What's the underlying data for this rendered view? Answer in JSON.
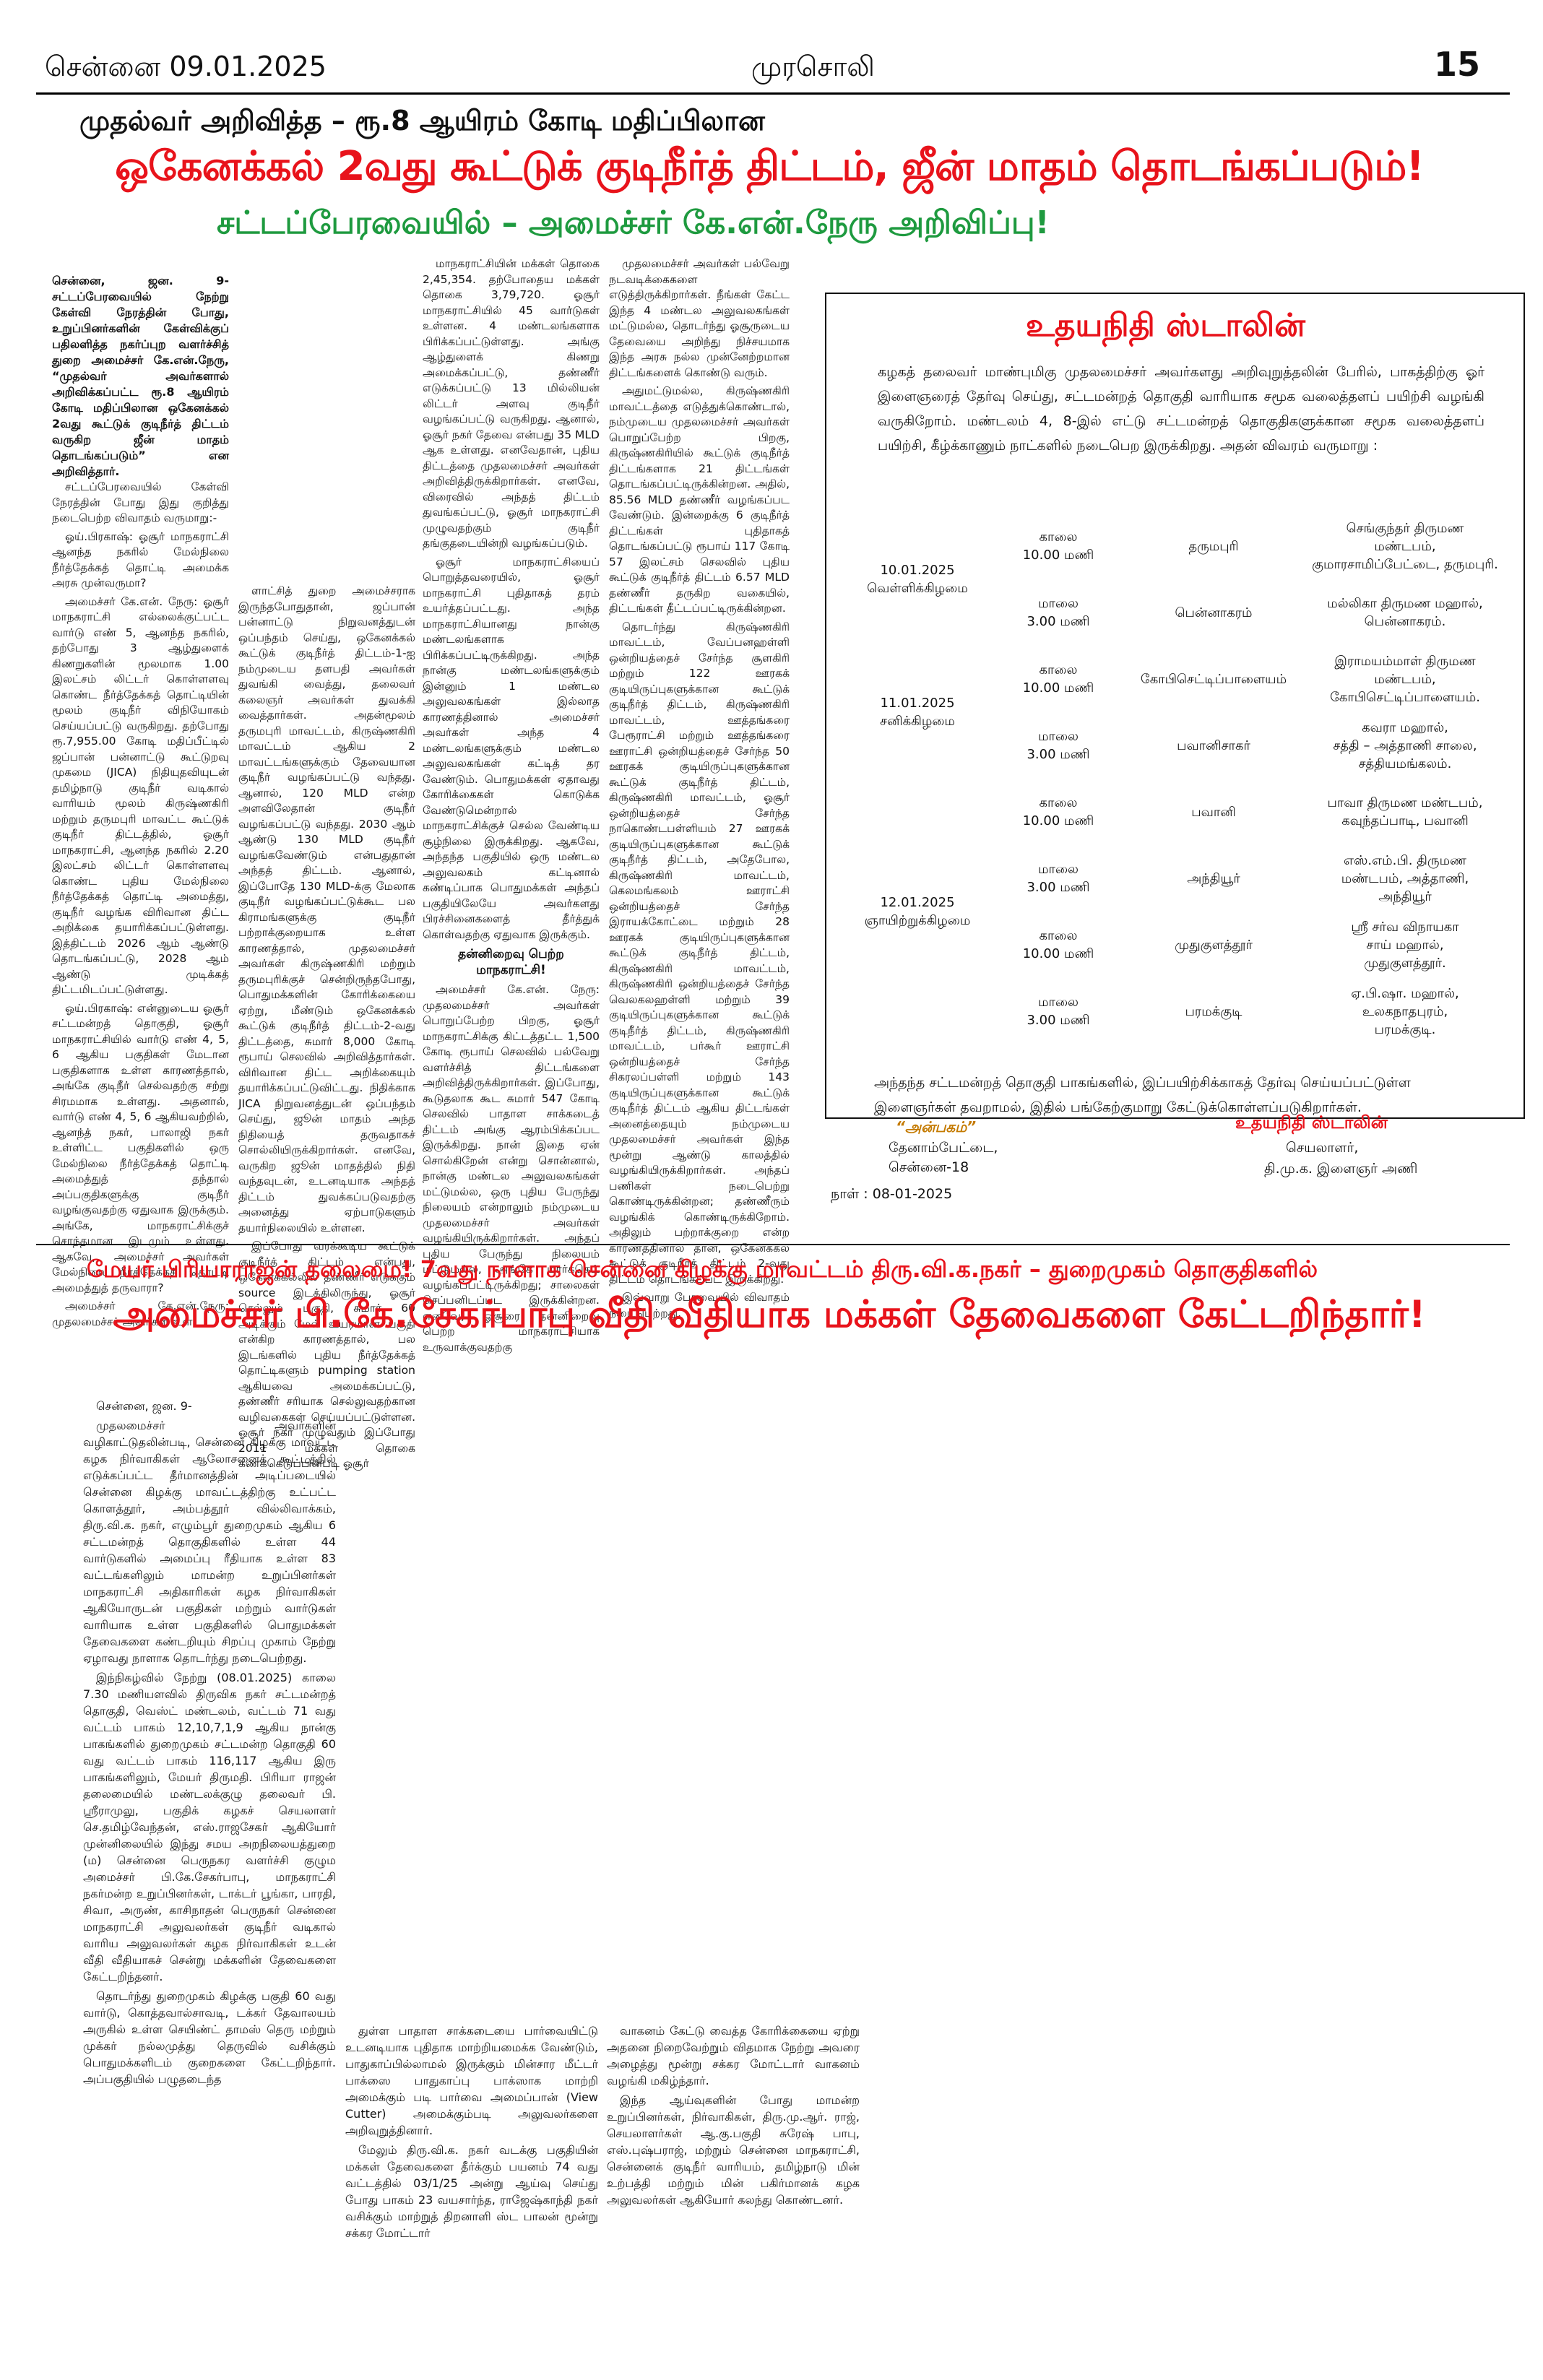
{
  "header": {
    "left": "சென்னை 09.01.2025",
    "middle": "முரசொலி",
    "page_number": "15"
  },
  "story1": {
    "kicker": "முதல்வர் அறிவித்த – ரூ.8 ஆயிரம் கோடி மதிப்பிலான",
    "headline": "ஒகேனக்கல் 2வது கூட்டுக் குடிநீர்த் திட்டம், ஜீன் மாதம் தொடங்கப்படும்!",
    "subhead": "சட்டப்பேரவையில் – அமைச்சர் கே.என்.நேரு அறிவிப்பு!",
    "col1_intro": "சென்னை, ஜன. 9- சட்டப்பேரவையில் நேற்று கேள்வி நேரத்தின் போது, உறுப்பினர்களின் கேள்விக்குப் பதிலளித்த நகர்ப்புற வளர்ச்சித் துறை அமைச்சர் கே.என்.நேரு, “முதல்வர் அவர்களால் அறிவிக்கப்பட்ட ரூ.8 ஆயிரம் கோடி மதிப்பிலான ஒகேனக்கல் 2வது கூட்டுக் குடிநீர்த் திட்டம் வருகிற ஜீன் மாதம் தொடங்கப்படும்” என அறிவித்தார்.",
    "col1_body": [
      "சட்டப்பேரவையில் கேள்வி நேரத்தின் போது இது குறித்து நடைபெற்ற விவாதம் வருமாறு:-",
      "ஓய்.பிரகாஷ்: ஓசூர் மாநகராட்சி ஆனந்த நகரில் மேல்நிலை நீர்த்தேக்கத் தொட்டி அமைக்க அரசு முன்வருமா?",
      "அமைச்சர் கே.என். நேரு: ஓசூர் மாநகராட்சி எல்லைக்குட்பட்ட வார்டு எண் 5, ஆனந்த நகரில், தற்போது 3 ஆழ்துளைக் கிணறுகளின் மூலமாக 1.00 இலட்சம் லிட்டர் கொள்ளளவு கொண்ட நீர்த்தேக்கத் தொட்டியின் மூலம் குடிநீர் விநியோகம் செய்யப்பட்டு வருகிறது. தற்போது ரூ.7,955.00 கோடி மதிப்பீட்டில் ஜப்பான் பன்னாட்டு கூட்டுறவு முகமை (JICA) நிதியுதவியுடன் தமிழ்நாடு குடிநீர் வடிகால் வாரியம் மூலம் கிருஷ்ணகிரி மற்றும் தருமபுரி மாவட்ட கூட்டுக் குடிநீர் திட்டத்தில், ஓசூர் மாநகராட்சி, ஆனந்த நகரில் 2.20 இலட்சம் லிட்டர் கொள்ளளவு கொண்ட புதிய மேல்நிலை நீர்த்தேக்கத் தொட்டி அமைத்து, குடிநீர் வழங்க விரிவான திட்ட அறிக்கை தயாரிக்கப்பட்டுள்ளது. இத்திட்டம் 2026 ஆம் ஆண்டு தொடங்கப்பட்டு, 2028 ஆம் ஆண்டு முடிக்கத் திட்டமிடப்பட்டுள்ளது.",
      "ஓய்.பிரகாஷ்: என்னுடைய ஓசூர் சட்டமன்றத் தொகுதி, ஓசூர் மாநகராட்சியில் வார்டு எண் 4, 5, 6 ஆகிய பகுதிகள் மேடான பகுதிகளாக உள்ள காரணத்தால், அங்கே குடிநீர் செல்வதற்கு சற்று சிரமமாக உள்ளது. அதனால், வார்டு எண் 4, 5, 6 ஆகியவற்றில், ஆனந்த் நகர், பாலாஜி நகர் உள்ளிட்ட பகுதிகளில் ஒரு மேல்நிலை நீர்த்தேக்கத் தொட்டி அமைத்துத் தந்தால் அப்பகுதிகளுக்கு குடிநீர் வழங்குவதற்கு ஏதுவாக இருக்கும். அங்கே, மாநகராட்சிக்குச் சொந்தமான இடமும் உள்ளது. ஆகவே, அமைச்சர் அவர்கள் மேல்நிலை நீர்த்தேக்கத் தொட்டி அமைத்துத் தருவாரா?",
      "அமைச்சர் கே.என்.நேரு: முதலமைச்சர் அவர்கள் உள்"
    ],
    "col2": [
      "ளாட்சித் துறை அமைச்சராக இருந்தபோதுதான், ஜப்பான் பன்னாட்டு நிறுவனத்துடன் ஒப்பந்தம் செய்து, ஒகேனக்கல் கூட்டுக் குடிநீர்த் திட்டம்-1-ஐ நம்முடைய தளபதி அவர்கள் துவங்கி வைத்து, தலைவர் கலைஞர் அவர்கள் துவக்கி வைத்தார்கள். அதன்மூலம் தருமபுரி மாவட்டம், கிருஷ்ணகிரி மாவட்டம் ஆகிய 2 மாவட்டங்களுக்கும் தேவையான குடிநீர் வழங்கப்பட்டு வந்தது. ஆனால், 120 MLD என்ற அளவிலேதான் குடிநீர் வழங்கப்பட்டு வந்தது. 2030 ஆம் ஆண்டு 130 MLD குடிநீர் வழங்கவேண்டும் என்பதுதான் அந்தத் திட்டம். ஆனால், இப்போதே 130 MLD-க்கு மேலாக குடிநீர் வழங்கப்பட்டுக்கூட பல கிராமங்களுக்கு குடிநீர் பற்றாக்குறையாக உள்ள காரணத்தால், முதலமைச்சர் அவர்கள் கிருஷ்ணகிரி மற்றும் தருமபுரிக்குச் சென்றிருந்தபோது, பொதுமக்களின் கோரிக்கையை ஏற்று, மீண்டும் ஒகேனக்கல் கூட்டுக் குடிநீர்த் திட்டம்-2-வது திட்டத்தை, சுமார் 8,000 கோடி ரூபாய் செலவில் அறிவித்தார்கள். விரிவான திட்ட அறிக்கையும் தயாரிக்கப்பட்டுவிட்டது. நிதிக்காக JICA நிறுவனத்துடன் ஒப்பந்தம் செய்து, ஜூன் மாதம் அந்த நிதியைத் தருவதாகச் சொல்லியிருக்கிறார்கள். எனவே, வருகிற ஜூன் மாதத்தில் நிதி வந்தவுடன், உடனடியாக அந்தத் திட்டம் துவக்கப்படுவதற்கு அனைத்து ஏற்பாடுகளும் தயார்நிலையில் உள்ளன.",
      "இப்போது வரக்கூடிய கூட்டுக் குடிநீர்த் திட்டம் என்பது, ஒகேனக்கல்லில் தண்ணீர் எடுக்கும் source இடத்திலிருந்து, ஓசூர் செல்லும் பகுதி, சுமார் 60 அடிக்கும் மேல் உயரமான பகுதி என்கிற காரணத்தால், பல இடங்களில் புதிய நீர்த்தேக்கத் தொட்டிகளும் pumping station ஆகியவை அமைக்கப்பட்டு, தண்ணீர் சரியாக செல்லுவதற்கான வழிவகைகள் செய்யப்பட்டுள்ளன. ஓசூர் நகர் முழுவதும் இப்போது 2011 மக்கள் தொகை கணக்கெடுப்பின்படி ஓசூர்"
    ],
    "col3": [
      "மாநகராட்சியின் மக்கள் தொகை 2,45,354. தற்போதைய மக்கள் தொகை 3,79,720. ஓசூர் மாநகராட்சியில் 45 வார்டுகள் உள்ளன. 4 மண்டலங்களாக பிரிக்கப்பட்டுள்ளது. அங்கு ஆழ்துளைக் கிணறு அமைக்கப்பட்டு, தண்ணீர் எடுக்கப்பட்டு 13 மில்லியன் லிட்டர் அளவு குடிநீர் வழங்கப்பட்டு வருகிறது. ஆனால், ஓசூர் நகர் தேவை என்பது 35 MLD ஆக உள்ளது. எனவேதான், புதிய திட்டத்தை முதலமைச்சர் அவர்கள் அறிவித்திருக்கிறார்கள். எனவே, விரைவில் அந்தத் திட்டம் துவங்கப்பட்டு, ஓசூர் மாநகராட்சி முழுவதற்கும் குடிநீர் தங்குதடையின்றி வழங்கப்படும்.",
      "ஓசூர் மாநகராட்சியைப் பொறுத்தவரையில், ஓசூர் மாநகராட்சி புதிதாகத் தரம் உயர்த்தப்பட்டது. அந்த மாநகராட்சியானது நான்கு மண்டலங்களாக பிரிக்கப்பட்டிருக்கிறது. அந்த நான்கு மண்டலங்களுக்கும் இன்னும் 1 மண்டல அலுவலகங்கள் இல்லாத காரணத்தினால் அமைச்சர் அவர்கள் அந்த 4 மண்டலங்களுக்கும் மண்டல அலுவலகங்கள் கட்டித் தர வேண்டும். பொதுமக்கள் ஏதாவது கோரிக்கைகள் கொடுக்க வேண்டுமென்றால் மாநகராட்சிக்குச் செல்ல வேண்டிய சூழ்நிலை இருக்கிறது. ஆகவே, அந்தந்த பகுதியில் ஒரு மண்டல அலுவலகம் கட்டினால் கண்டிப்பாக பொதுமக்கள் அந்தப் பகுதியிலேயே அவர்களது பிரச்சினைகளைத் தீர்த்துக் கொள்வதற்கு ஏதுவாக இருக்கும்."
    ],
    "col3_subhead": "தன்னிறைவு பெற்ற மாநகராட்சி!",
    "col3_after": [
      "அமைச்சர் கே.என். நேரு: முதலமைச்சர் அவர்கள் பொறுப்பேற்ற பிறகு, ஓசூர் மாநகராட்சிக்கு கிட்டத்தட்ட 1,500 கோடி ரூபாய் செலவில் பல்வேறு வளர்ச்சித் திட்டங்களை அறிவித்திருக்கிறார்கள். இப்போது, கூடுதலாக கூட சுமார் 547 கோடி செலவில் பாதாள சாக்கடைத் திட்டம் அங்கு ஆரம்பிக்கப்பட இருக்கிறது. நான் இதை ஏன் சொல்கிறேன் என்று சொன்னால், நான்கு மண்டல அலுவலகங்கள் மட்டுமல்ல, ஒரு புதிய பேருந்து நிலையம் என்றாலும் நம்முடைய முதலமைச்சர் அவர்கள் வழங்கியிருக்கிறார்கள். அந்தப் புதிய பேருந்து நிலையம் மட்டுமல்ல, அங்கே மார்க்கெட் வழங்கப்பட்டிருக்கிறது; சாலைகள் செப்பனிடப்பட இருக்கின்றன. எனவே, ஓசூரை தன்னிறைவு பெற்ற மாநகராட்சியாக உருவாக்குவதற்கு"
    ],
    "col4": [
      "முதலமைச்சர் அவர்கள் பல்வேறு நடவடிக்கைகளை எடுத்திருக்கிறார்கள். நீங்கள் கேட்ட இந்த 4 மண்டல அலுவலகங்கள் மட்டுமல்ல, தொடர்ந்து ஓசூருடைய தேவையை அறிந்து நிச்சயமாக இந்த அரசு நல்ல முன்னேற்றமான திட்டங்களைக் கொண்டு வரும்.",
      "அதுமட்டுமல்ல, கிருஷ்ணகிரி மாவட்டத்தை எடுத்துக்கொண்டால், நம்முடைய முதலமைச்சர் அவர்கள் பொறுப்பேற்ற பிறகு, கிருஷ்ணகிரியில் கூட்டுக் குடிநீர்த் திட்டங்களாக 21 திட்டங்கள் தொடங்கப்பட்டிருக்கின்றன. அதில், 85.56 MLD தண்ணீர் வழங்கப்பட வேண்டும். இன்றைக்கு 6 குடிநீர்த் திட்டங்கள் புதிதாகத் தொடங்கப்பட்டு ரூபாய் 117 கோடி 57 இலட்சம் செலவில் புதிய கூட்டுக் குடிநீர்த் திட்டம் 6.57 MLD தண்ணீர் தருகிற வகையில், திட்டங்கள் தீட்டப்பட்டிருக்கின்றன.",
      "தொடர்ந்து கிருஷ்ணகிரி மாவட்டம், வேப்பனஹள்ளி ஒன்றியத்தைச் சேர்ந்த சூளகிரி மற்றும் 122 ஊரகக் குடியிருப்புகளுக்கான கூட்டுக் குடிநீர்த் திட்டம், கிருஷ்ணகிரி மாவட்டம், ஊத்தங்கரை பேரூராட்சி மற்றும் ஊத்தங்கரை ஊராட்சி ஒன்றியத்தைச் சேர்ந்த 50 ஊரகக் குடியிருப்புகளுக்கான கூட்டுக் குடிநீர்த் திட்டம், கிருஷ்ணகிரி மாவட்டம், ஓசூர் ஒன்றியத்தைச் சேர்ந்த நாகொண்டபள்ளியம் 27 ஊரகக் குடியிருப்புகளுக்கான கூட்டுக் குடிநீர்த் திட்டம், அதேபோல, கிருஷ்ணகிரி மாவட்டம், கெலமங்கலம் ஊராட்சி ஒன்றியத்தைச் சேர்ந்த இராயக்கோட்டை மற்றும் 28 ஊரகக் குடியிருப்புகளுக்கான கூட்டுக் குடிநீர்த் திட்டம், கிருஷ்ணகிரி மாவட்டம், கிருஷ்ணகிரி ஒன்றியத்தைச் சேர்ந்த வெலகலஹள்ளி மற்றும் 39 குடியிருப்புகளுக்கான கூட்டுக் குடிநீர்த் திட்டம், கிருஷ்ணகிரி மாவட்டம், பர்கூர் ஊராட்சி ஒன்றியத்தைச் சேர்ந்த சிகரலப்பள்ளி மற்றும் 143 குடியிருப்புகளுக்கான கூட்டுக் குடிநீர்த் திட்டம் ஆகிய திட்டங்கள் அனைத்தையும் நம்முடைய முதலமைச்சர் அவர்கள் இந்த மூன்று ஆண்டு காலத்தில் வழங்கியிருக்கிறார்கள். அந்தப் பணிகள் நடைபெற்று கொண்டிருக்கின்றன; தண்ணீரும் வழங்கிக் கொண்டிருக்கிறோம். அதிலும் பற்றாக்குறை என்ற காரணத்தினால் தான், ஒகேனக்கல் கூட்டுக் குடிநீர்த் திட்டம் 2-வது திட்டம் தொடங்கப்பட இருக்கிறது.",
      "இவ்வாறு பேரவையில் விவாதம் நடைபெற்றது."
    ]
  },
  "announcement": {
    "title": "உதயநிதி ஸ்டாலின்",
    "intro": "கழகத் தலைவர் மாண்புமிகு முதலமைச்சர் அவர்களது அறிவுறுத்தலின் பேரில், பாகத்திற்கு ஓர் இளைஞரைத் தேர்வு செய்து, சட்டமன்றத் தொகுதி வாரியாக சமூக வலைத்தளப் பயிற்சி வழங்கி வருகிறோம். மண்டலம் 4, 8-இல் எட்டு சட்டமன்றத் தொகுதிகளுக்கான சமூக வலைத்தளப் பயிற்சி, கீழ்க்காணும் நாட்களில் நடைபெற இருக்கிறது. அதன் விவரம் வருமாறு :",
    "schedule": [
      {
        "date": "10.01.2025",
        "day": "வெள்ளிக்கிழமை",
        "rows": [
          {
            "time1": "காலை",
            "time2": "10.00 மணி",
            "constituency": "தருமபுரி",
            "venue": [
              "செங்குந்தர் திருமண",
              "மண்டபம்,",
              "குமாரசாமிப்பேட்டை, தருமபுரி."
            ]
          },
          {
            "time1": "மாலை",
            "time2": "3.00 மணி",
            "constituency": "பென்னாகரம்",
            "venue": [
              "மல்லிகா திருமண மஹால்,",
              "பென்னாகரம்."
            ]
          }
        ]
      },
      {
        "date": "11.01.2025",
        "day": "சனிக்கிழமை",
        "rows": [
          {
            "time1": "காலை",
            "time2": "10.00 மணி",
            "constituency": "கோபிசெட்டிப்பாளையம்",
            "venue": [
              "இராமயம்மாள் திருமண",
              "மண்டபம்,",
              "கோபிசெட்டிப்பாளையம்."
            ]
          },
          {
            "time1": "மாலை",
            "time2": "3.00 மணி",
            "constituency": "பவானிசாகர்",
            "venue": [
              "கவரா மஹால்,",
              "சத்தி – அத்தாணி சாலை,",
              "சத்தியமங்கலம்."
            ]
          }
        ]
      },
      {
        "date": "12.01.2025",
        "day": "ஞாயிற்றுக்கிழமை",
        "rows": [
          {
            "time1": "காலை",
            "time2": "10.00 மணி",
            "constituency": "பவானி",
            "venue": [
              "பாவா திருமண மண்டபம்,",
              "கவுந்தப்பாடி, பவானி"
            ]
          },
          {
            "time1": "மாலை",
            "time2": "3.00 மணி",
            "constituency": "அந்தியூர்",
            "venue": [
              "எஸ்.எம்.பி. திருமண",
              "மண்டபம், அத்தாணி,",
              "அந்தியூர்"
            ]
          },
          {
            "time1": "காலை",
            "time2": "10.00 மணி",
            "constituency": "முதுகுளத்தூர்",
            "venue": [
              "ஸ்ரீ சர்வ விநாயகா",
              "சாய் மஹால்,",
              "முதுகுளத்தூர்."
            ]
          },
          {
            "time1": "மாலை",
            "time2": "3.00 மணி",
            "constituency": "பரமக்குடி",
            "venue": [
              "ஏ.பி.ஷா. மஹால்,",
              "உலகநாதபுரம்,",
              "பரமக்குடி."
            ]
          }
        ]
      }
    ],
    "footer": "அந்தந்த சட்டமன்றத் தொகுதி பாகங்களில், இப்பயிற்சிக்காகத் தேர்வு செய்யப்பட்டுள்ள இளைஞர்கள் தவறாமல், இதில் பங்கேற்குமாறு கேட்டுக்கொள்ளப்படுகிறார்கள்.",
    "sender_label": "“அன்பகம்”",
    "sender_addr1": "தேனாம்பேட்டை,",
    "sender_addr2": "சென்னை-18",
    "date": "நாள் : 08-01-2025",
    "signatory": "உதயநிதி ஸ்டாலின்",
    "sig_title1": "செயலாளர்,",
    "sig_title2": "தி.மு.க. இளைஞர் அணி"
  },
  "story2": {
    "kicker": "மேயர் பிரியாராஜன் தலைமை! 7வது நாளாக சென்னை கிழக்கு மாவட்டம் திரு.வி.க.நகர் – துறைமுகம் தொகுதிகளில்",
    "headline": "அமைச்சர் பி.கே.சேகர்பாபு வீதி வீதியாக மக்கள் தேவைகளை கேட்டறிந்தார்!",
    "col1": [
      "சென்னை, ஜன. 9-",
      "முதலமைச்சர் அவர்களின் வழிகாட்டுதலின்படி, சென்னை கிழக்கு மாவட்ட கழக நிர்வாகிகள் ஆலோசனைக் கூட்டத்தில் எடுக்கப்பட்ட தீர்மானத்தின் அடிப்படையில் சென்னை கிழக்கு மாவட்டத்திற்கு உட்பட்ட கொளத்தூர், அம்பத்தூர் வில்லிவாக்கம், திரு.வி.க. நகர், எழும்பூர் துறைமுகம் ஆகிய 6 சட்டமன்றத் தொகுதிகளில் உள்ள 44 வார்டுகளில் அமைப்பு ரீதியாக உள்ள 83 வட்டங்களிலும் மாமன்ற உறுப்பினர்கள் மாநகராட்சி அதிகாரிகள் கழக நிர்வாகிகள் ஆகியோருடன் பகுதிகள் மற்றும் வார்டுகள் வாரியாக உள்ள பகுதிகளில் பொதுமக்கள் தேவைகளை கண்டறியும் சிறப்பு முகாம் நேற்று ஏழாவது நாளாக தொடர்ந்து நடைபெற்றது.",
      "இந்நிகழ்வில் நேற்று (08.01.2025) காலை 7.30 மணியளவில் திருவிக நகர் சட்டமன்றத் தொகுதி, வெஸ்ட் மண்டலம், வட்டம் 71 வது வட்டம் பாகம் 12,10,7,1,9 ஆகிய நான்கு பாகங்களில் துறைமுகம் சட்டமன்ற தொகுதி 60 வது வட்டம் பாகம் 116,117 ஆகிய இரு பாகங்களிலும், மேயர் திருமதி. பிரியா ராஜன் தலைமையில் மண்டலக்குழு தலைவர் பி. ஸ்ரீராமுலு, பகுதிக் கழகச் செயலாளர் செ.தமிழ்வேந்தன், எஸ்.ராஜசேகர் ஆகியோர் முன்னிலையில் இந்து சமய அறநிலையத்துறை (ம) சென்னை பெருநகர வளர்ச்சி குழும அமைச்சர் பி.கே.சேகர்பாபு, மாநகராட்சி நகர்மன்ற உறுப்பினர்கள், டாக்டர் பூங்கா, பாரதி, சிவா, அருண், காசிநாதன் பெருநகர் சென்னை மாநகராட்சி அலுவலர்கள் குடிநீர் வடிகால் வாரிய அலுவலர்கள் கழக நிர்வாகிகள் உடன் வீதி வீதியாகச் சென்று மக்களின் தேவைகளை கேட்டறிந்தனர்.",
      "தொடர்ந்து துறைமுகம் கிழக்கு பகுதி 60 வது வார்டு, கொத்தவால்சாவடி, டக்கர் தேவாலயம் அருகில் உள்ள செயிண்ட் தாமஸ் தெரு மற்றும் முக்கர் நல்லமுத்து தெருவில் வசிக்கும் பொதுமக்களிடம் குறைகளை கேட்டறிந்தார். அப்பகுதியில் பழுதடைந்த"
    ],
    "col2": [
      "துள்ள பாதாள சாக்கடையை பார்வையிட்டு உடனடியாக புதிதாக மாற்றியமைக்க வேண்டும், பாதுகாப்பில்லாமல் இருக்கும் மின்சார மீட்டர் பாக்ஸை பாதுகாப்பு பாக்ஸாக மாற்றி அமைக்கும் படி பார்வை அமைப்பான் (View Cutter) அமைக்கும்படி அலுவலர்களை அறிவுறுத்தினார்.",
      "மேலும் திரு.வி.க. நகர் வடக்கு பகுதியின் மக்கள் தேவைகளை தீர்க்கும் பயனம் 74 வது வட்டத்தில் 03/1/25 அன்று ஆய்வு செய்து போது பாகம் 23 வயசார்ந்த, ராஜேஷ்காந்தி நகர் வசிக்கும் மாற்றுத் திறனாளி ஸ்ட பாலன் மூன்று சக்கர மோட்டார்"
    ],
    "col3": [
      "வாகனம் கேட்டு வைத்த கோரிக்கையை ஏற்று அதனை நிறைவேற்றும் விதமாக நேற்று அவரை அழைத்து மூன்று சக்கர மோட்டார் வாகனம் வழங்கி மகிழ்ந்தார்.",
      "இந்த ஆய்வுகளின் போது மாமன்ற உறுப்பினர்கள், நிர்வாகிகள், திரு.மு.ஆர். ராஜ், செயலாளர்கள் ஆ.கு.பகுதி சுரேஷ் பாபு, எஸ்.புஷ்பராஜ், மற்றும் சென்னை மாநகராட்சி, சென்னைக் குடிநீர் வாரியம், தமிழ்நாடு மின் உற்பத்தி மற்றும் மின் பகிர்மானக் கழக அலுவலர்கள் ஆகியோர் கலந்து கொண்டனர்."
    ]
  }
}
